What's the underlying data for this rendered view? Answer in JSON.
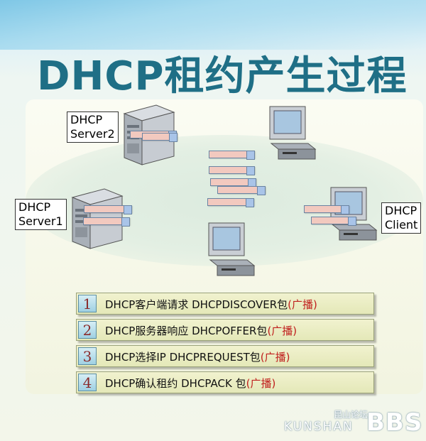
{
  "title": "DHCP租约产生过程",
  "labels": {
    "server2": "DHCP\nServer2",
    "server1": "DHCP\nServer1",
    "client": "DHCP\nClient"
  },
  "steps": [
    {
      "num": "1",
      "text": "DHCP客户端请求 DHCPDISCOVER包",
      "note": "(广播)"
    },
    {
      "num": "2",
      "text": "DHCP服务器响应 DHCPOFFER包",
      "note": "(广播)"
    },
    {
      "num": "3",
      "text": "DHCP选择IP DHCPREQUEST包",
      "note": "(广播)"
    },
    {
      "num": "4",
      "text": "DHCP确认租约 DHCPACK 包",
      "note": "(广播)"
    }
  ],
  "watermark": {
    "cn": "昆山论坛",
    "en": "KUNSHAN",
    "bbs": "BBS"
  }
}
